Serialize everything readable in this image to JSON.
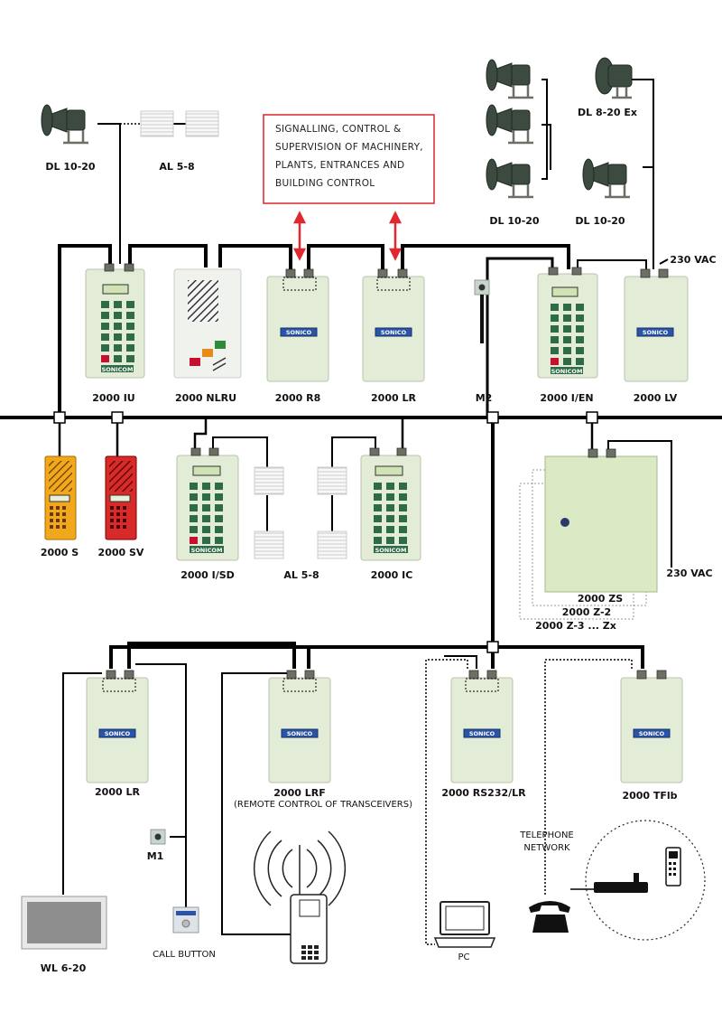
{
  "info_box": {
    "lines": [
      "SIGNALLING, CONTROL &",
      "SUPERVISION OF MACHINERY,",
      "PLANTS, ENTRANCES AND",
      "BUILDING CONTROL"
    ],
    "border_color": "#d9262a"
  },
  "labels": {
    "dl1020_top": "DL 10-20",
    "al58_top": "AL 5-8",
    "dl1020_r1": "DL 10-20",
    "dl1020_r2": "DL 10-20",
    "dl820ex": "DL 8-20 Ex",
    "vac1": "230 VAC",
    "iu": "2000 IU",
    "nlru": "2000 NLRU",
    "r8": "2000 R8",
    "lr_top": "2000 LR",
    "m2": "M2",
    "ien": "2000 I/EN",
    "lv": "2000 LV",
    "s": "2000 S",
    "sv": "2000 SV",
    "isd": "2000 I/SD",
    "al58_mid": "AL 5-8",
    "ic": "2000 IC",
    "zs": "2000 ZS",
    "z2": "2000 Z-2",
    "z3": "2000 Z-3 ... Zx",
    "vac2": "230 VAC",
    "lr_bottom": "2000 LR",
    "lrf": "2000 LRF",
    "lrf_note": "(REMOTE CONTROL OF TRANSCEIVERS)",
    "rs232": "2000 RS232/LR",
    "tflb": "2000 TFlb",
    "m1": "M1",
    "tel_net_1": "TELEPHONE",
    "tel_net_2": "NETWORK",
    "wl": "WL 6-20",
    "call": "CALL BUTTON",
    "pc": "PC"
  },
  "brand": {
    "sonico": "SONICO",
    "sonicom": "SONICOM"
  },
  "colors": {
    "enclosure": "#e3ecd6",
    "logo": "#2a55a6",
    "station_s": "#f2a81d",
    "station_sv": "#d92a2a",
    "arrow": "#e0282e",
    "key": "#2f6b47"
  },
  "icons": [
    "horn-speaker-icon",
    "wall-speaker-icon",
    "microphone-icon",
    "radio-waves-icon",
    "handheld-radio-icon",
    "pc-icon",
    "telephone-icon",
    "cordless-base-icon",
    "mobile-phone-icon",
    "call-button-icon"
  ]
}
